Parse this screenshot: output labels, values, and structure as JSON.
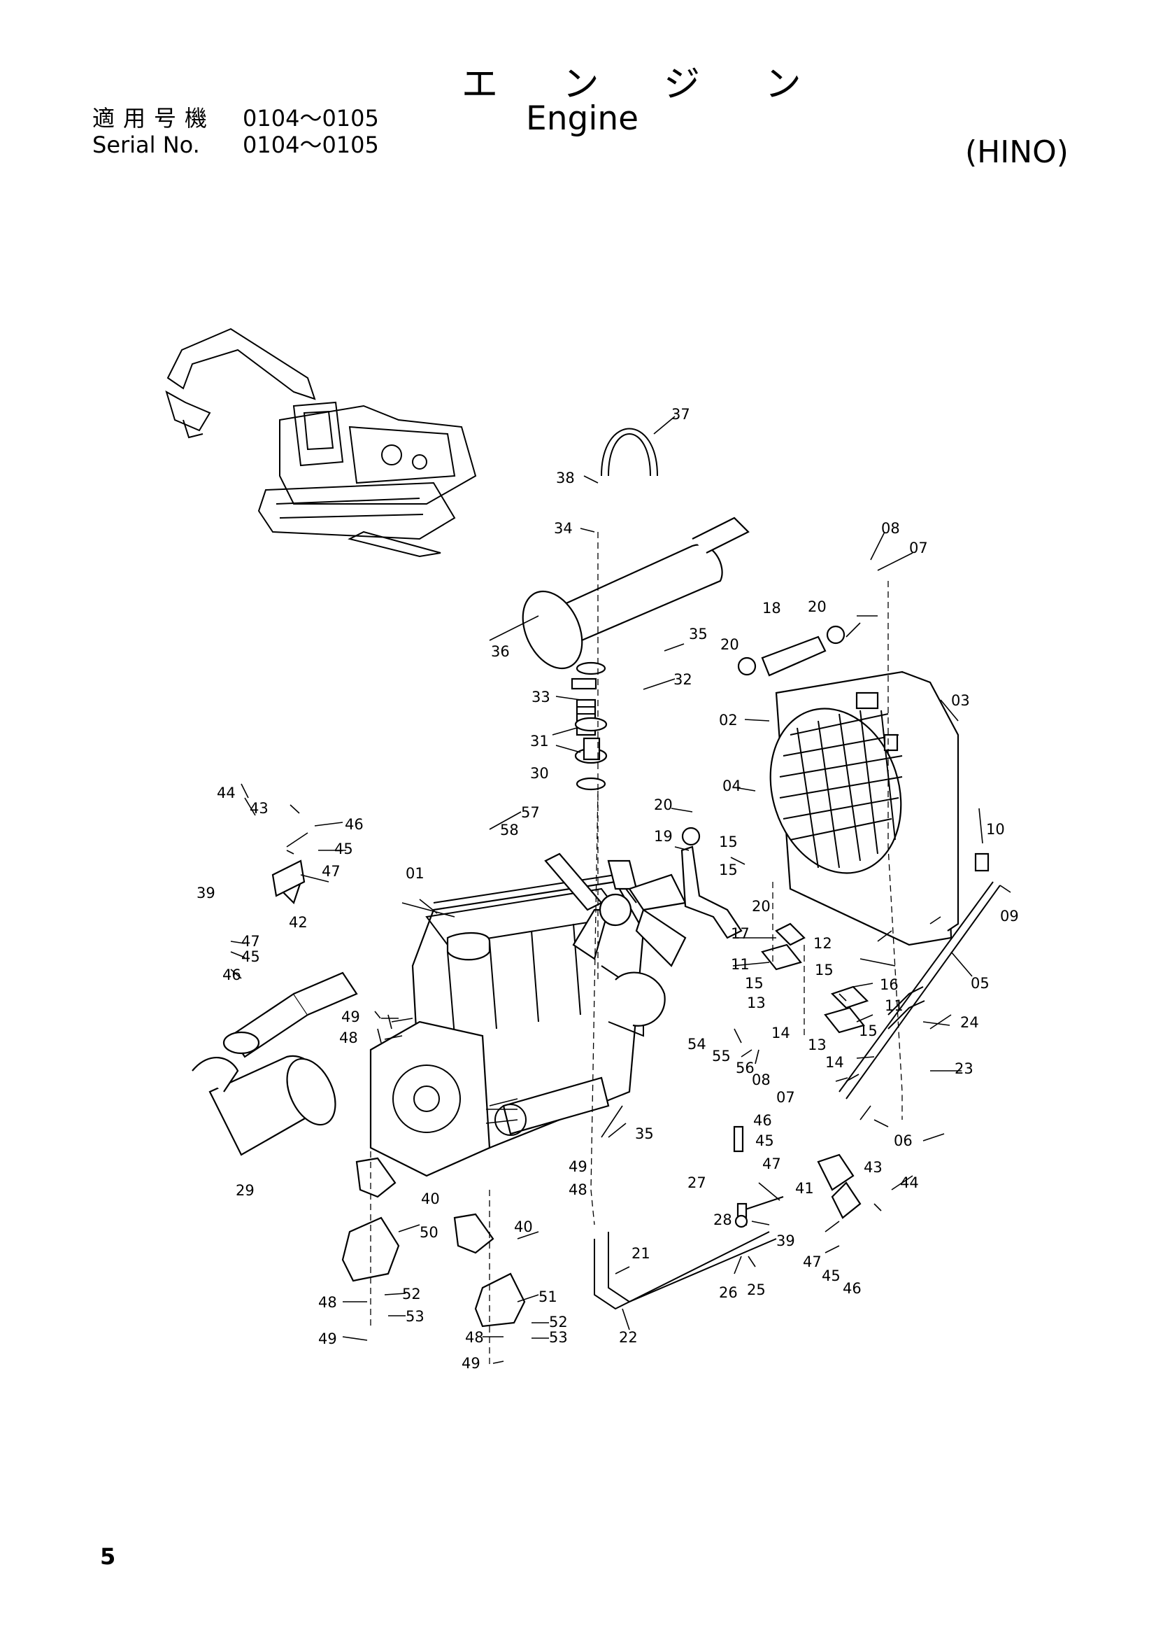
{
  "header": {
    "title_jp": "エ ン ジ ン",
    "title_en": "Engine",
    "maker": "(HINO)",
    "applicable_label_jp": "適用号機",
    "applicable_range_jp": "0104～0105",
    "serial_label": "Serial No.",
    "serial_range": "0104～0105"
  },
  "page_number": "5",
  "part_numbers": [
    "01",
    "02",
    "03",
    "04",
    "05",
    "06",
    "07",
    "08",
    "09",
    "10",
    "11",
    "12",
    "13",
    "14",
    "15",
    "16",
    "17",
    "18",
    "19",
    "20",
    "21",
    "22",
    "23",
    "24",
    "25",
    "26",
    "27",
    "28",
    "29",
    "30",
    "31",
    "32",
    "33",
    "34",
    "35",
    "36",
    "37",
    "38",
    "39",
    "40",
    "41",
    "42",
    "43",
    "44",
    "45",
    "46",
    "47",
    "48",
    "49",
    "50",
    "51",
    "52",
    "53",
    "54",
    "55",
    "56",
    "57",
    "58"
  ]
}
